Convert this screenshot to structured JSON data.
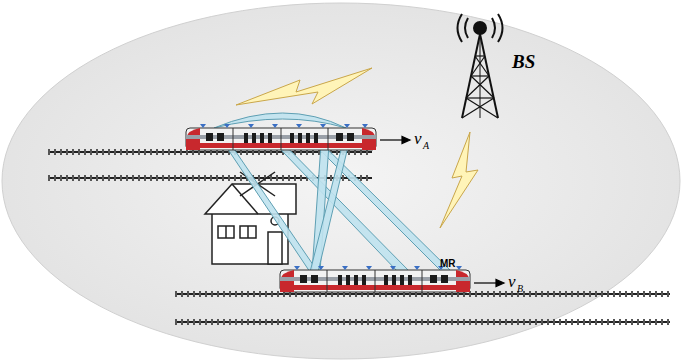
{
  "diagram": {
    "labels": [
      "BS",
      "MR",
      "v",
      "A",
      "v",
      "B"
    ]
  }
}
